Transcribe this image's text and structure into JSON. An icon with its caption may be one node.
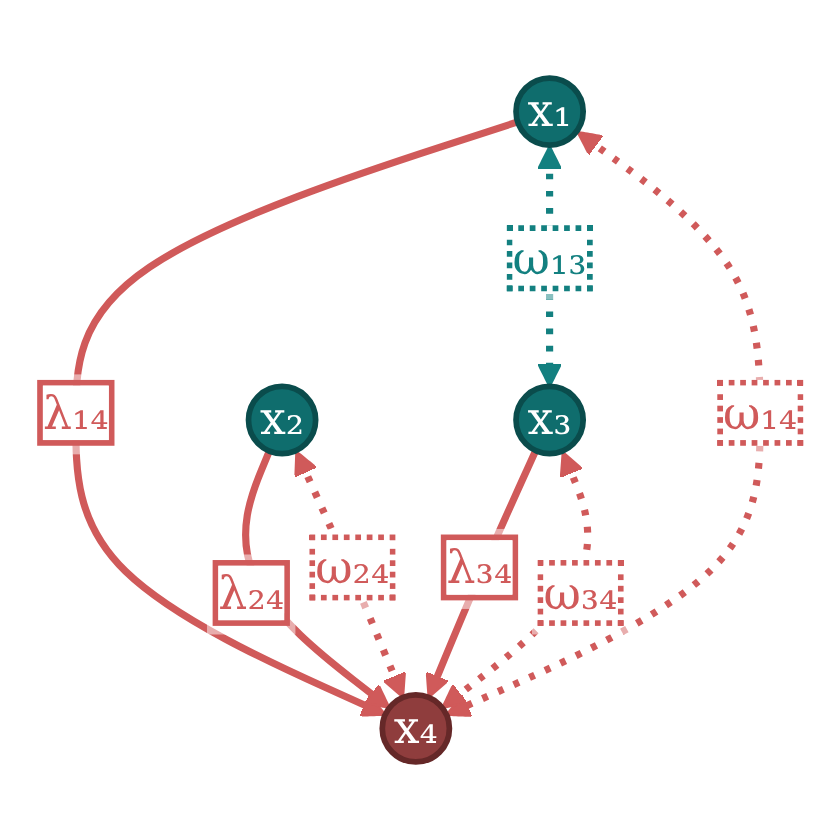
{
  "diagram": {
    "nodes": [
      {
        "text": [
          "x₁"
        ]
      },
      {
        "text": [
          "x₂"
        ]
      },
      {
        "text": [
          "x₃"
        ]
      },
      {
        "text": [
          "x₄"
        ]
      }
    ],
    "edges": [
      {
        "from": 0,
        "to": 3,
        "arrow": "to",
        "label": "λ₁₄"
      },
      {
        "from": 1,
        "to": 3,
        "arrow": "to",
        "label": "λ₂₄"
      },
      {
        "from": 2,
        "to": 3,
        "arrow": "to",
        "label": "λ₃₄"
      },
      {
        "from": 0,
        "to": 2,
        "arrow": "both",
        "label": "ω₁₃",
        "style": "dashed",
        "color": "#138080"
      },
      {
        "from": 0,
        "to": 3,
        "arrow": "both",
        "label": "ω₁₄",
        "style": "dashed"
      },
      {
        "from": 1,
        "to": 3,
        "arrow": "both",
        "label": "ω₂₄",
        "style": "dashed"
      },
      {
        "from": 2,
        "to": 3,
        "arrow": "both",
        "label": "ω₃₄",
        "style": "dashed"
      }
    ]
  }
}
